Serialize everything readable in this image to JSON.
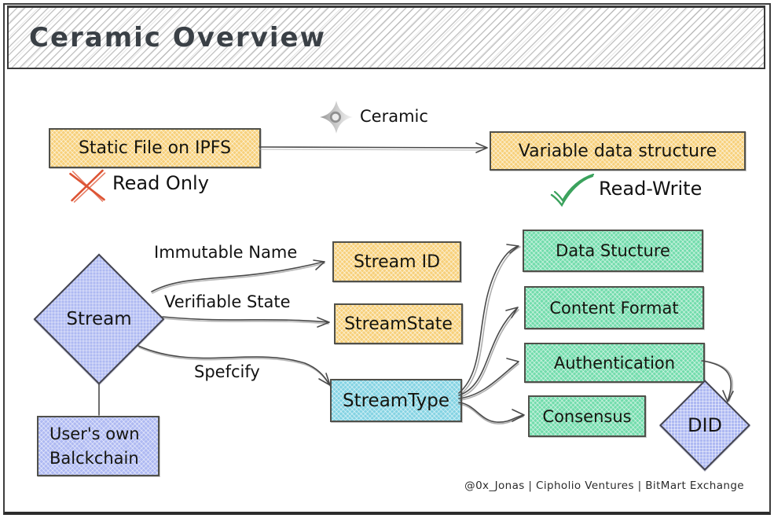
{
  "title": "Ceramic Overview",
  "colors": {
    "box_yellow": "#f7d07a",
    "box_green": "#72dcac",
    "box_blue": "#aeb9f2",
    "box_cyan": "#84d3e3",
    "x_red": "#dd5434",
    "check_green": "#3ba25d",
    "arrow_stroke": "#4a4a4a"
  },
  "top_flow": {
    "source_box": "Static File on IPFS",
    "target_box": "Variable data structure",
    "arrow_icon_label": "Ceramic",
    "source_status": "Read Only",
    "target_status": "Read-Write"
  },
  "stream_section": {
    "stream_node": "Stream",
    "user_box": {
      "line1": "User's own",
      "line2": "Balckchain"
    },
    "edge_labels": {
      "immutable": "Immutable Name",
      "verifiable": "Verifiable State",
      "specify": "Spefcify"
    },
    "stream_id_box": "Stream ID",
    "stream_state_box": "StreamState",
    "stream_type_box": "StreamType"
  },
  "stream_type_targets": {
    "data_structure": "Data Stucture",
    "content_format": "Content Format",
    "authentication": "Authentication",
    "consensus": "Consensus"
  },
  "did_node": "DID",
  "footer_credit": "@0x_Jonas | Cipholio Ventures | BitMart Exchange"
}
